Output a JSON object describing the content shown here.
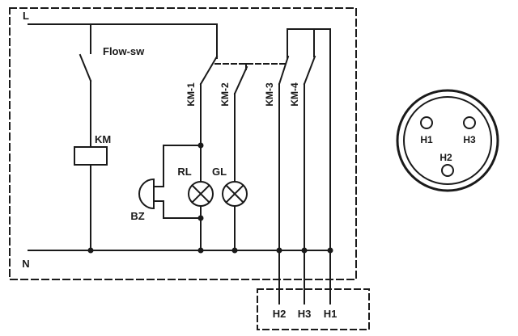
{
  "diagram": {
    "type": "electrical-schematic",
    "labels": {
      "line": "L",
      "neutral": "N",
      "flow_switch": "Flow-sw",
      "coil": "KM",
      "contact1": "KM-1",
      "contact2": "KM-2",
      "contact3": "KM-3",
      "contact4": "KM-4",
      "buzzer": "BZ",
      "red_lamp": "RL",
      "green_lamp": "GL"
    },
    "heater_terminals": {
      "t1": "H2",
      "t2": "H3",
      "t3": "H1"
    },
    "connector_pins": {
      "left": "H1",
      "right": "H3",
      "bottom": "H2"
    },
    "colors": {
      "line": "#1a1a1a",
      "background": "#ffffff"
    }
  }
}
